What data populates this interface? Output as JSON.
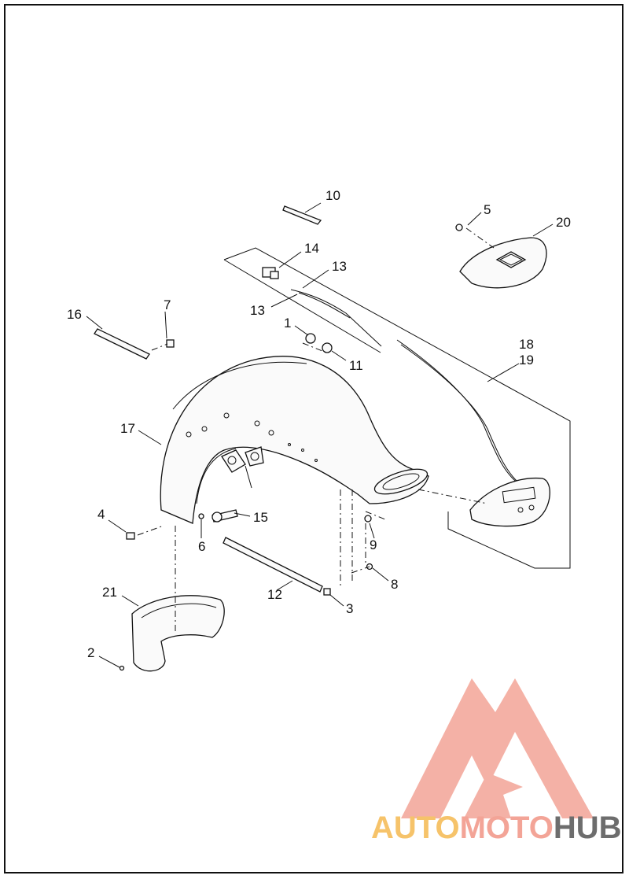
{
  "callouts": {
    "c1": "1",
    "c2": "2",
    "c3": "3",
    "c4": "4",
    "c5": "5",
    "c6": "6",
    "c7": "7",
    "c8": "8",
    "c9": "9",
    "c10": "10",
    "c11": "11",
    "c12": "12",
    "c13a": "13",
    "c13b": "13",
    "c14": "14",
    "c15": "15",
    "c16": "16",
    "c17": "17",
    "c18": "18",
    "c19": "19",
    "c20": "20",
    "c21": "21"
  },
  "watermark": {
    "part1": "AUTO",
    "part2": "MOTO",
    "part3": "HUB",
    "colors": {
      "auto": "#f6c36a",
      "moto": "#f3a497",
      "hub": "#6d6d6d",
      "logo": "#f3a497"
    }
  }
}
